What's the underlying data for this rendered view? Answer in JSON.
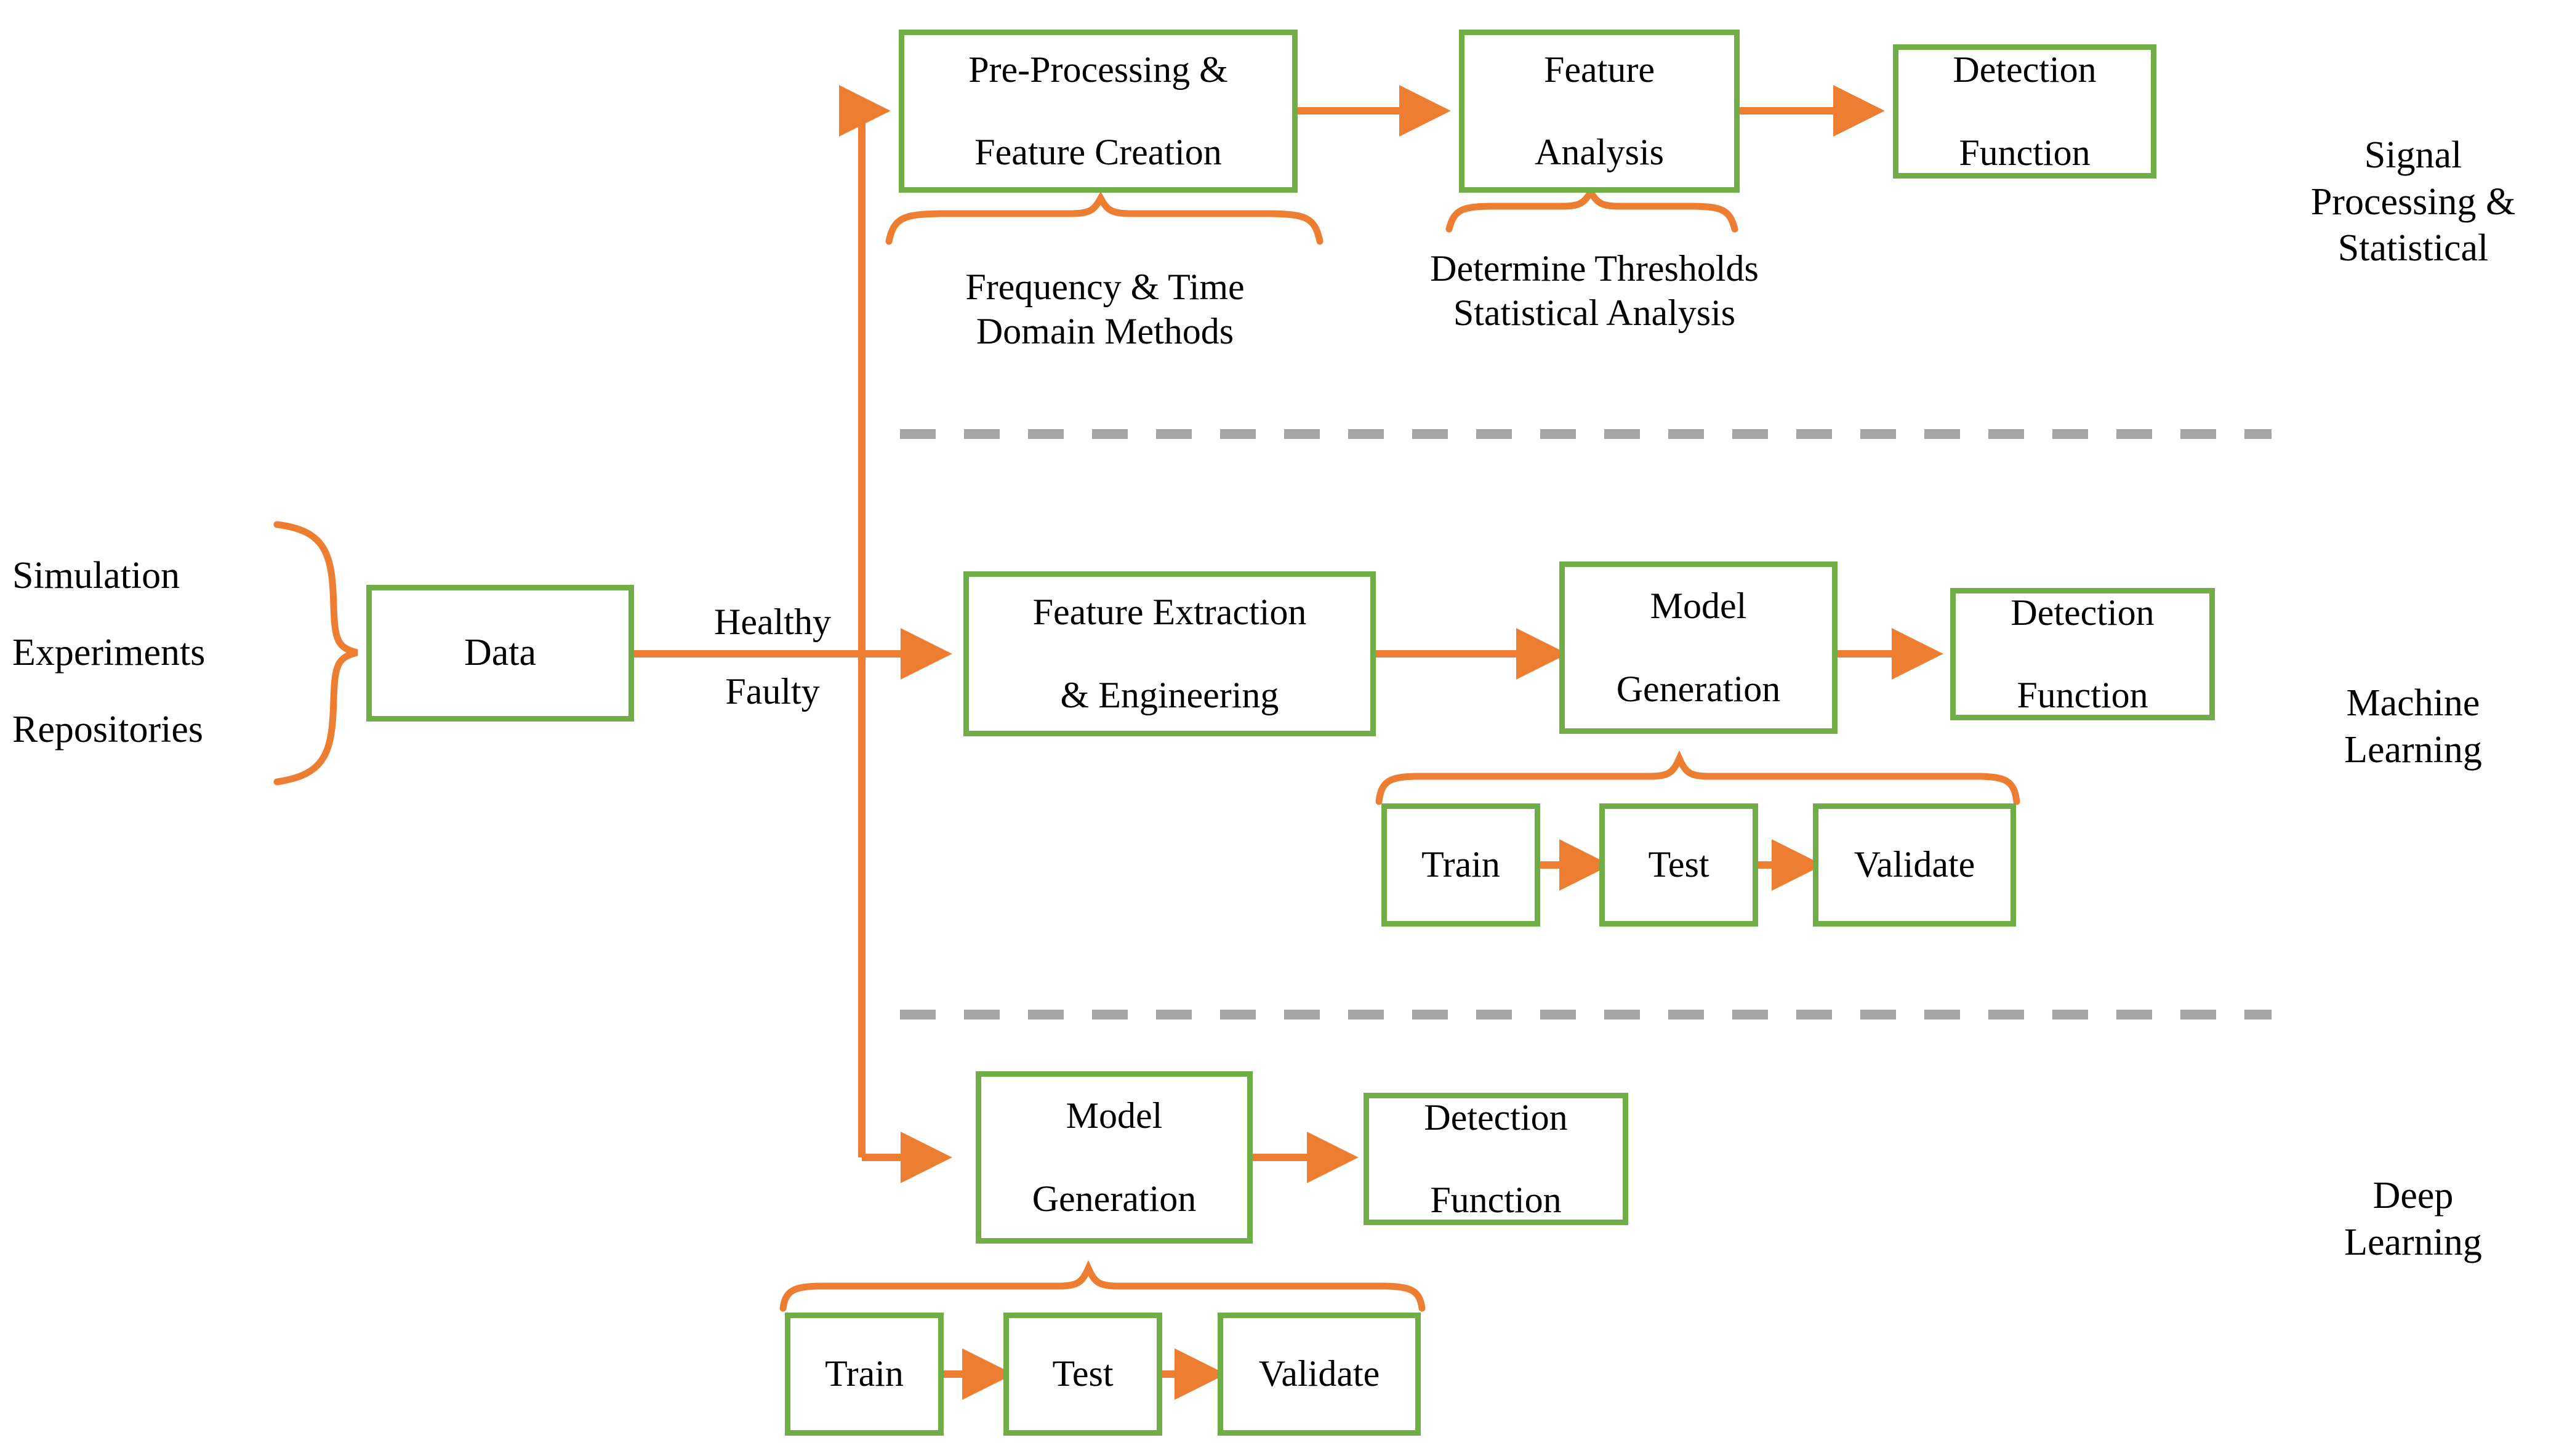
{
  "theme": {
    "box_border_color": "#70ad47",
    "arrow_color": "#ed7d31",
    "brace_color": "#ed7d31",
    "divider_color": "#a6a6a6",
    "text_color": "#000000",
    "background": "#ffffff"
  },
  "sources": {
    "items": [
      "Simulation",
      "Experiments",
      "Repositories"
    ],
    "brace": "left-curly-brace"
  },
  "data_node": {
    "label": "Data"
  },
  "split_label": {
    "line1": "Healthy",
    "line2": "Faulty"
  },
  "lanes": [
    {
      "id": "signal-processing",
      "title_line1": "Signal",
      "title_line2": "Processing &",
      "title_line3": "Statistical",
      "nodes": [
        {
          "id": "pre-processing",
          "line1": "Pre-Processing &",
          "line2": "Feature Creation"
        },
        {
          "id": "feature-analysis",
          "line1": "Feature",
          "line2": "Analysis"
        },
        {
          "id": "detection-function",
          "line1": "Detection",
          "line2": "Function"
        }
      ],
      "captions": [
        {
          "id": "frequency-time",
          "line1": "Frequency & Time",
          "line2": "Domain Methods"
        },
        {
          "id": "thresholds",
          "line1": "Determine Thresholds",
          "line2": "Statistical Analysis"
        }
      ]
    },
    {
      "id": "machine-learning",
      "title_line1": "Machine",
      "title_line2": "Learning",
      "title_line3": "",
      "nodes": [
        {
          "id": "feature-extraction",
          "line1": "Feature Extraction",
          "line2": "& Engineering"
        },
        {
          "id": "model-generation",
          "line1": "Model",
          "line2": "Generation"
        },
        {
          "id": "detection-function",
          "line1": "Detection",
          "line2": "Function"
        }
      ],
      "subflow": [
        "Train",
        "Test",
        "Validate"
      ]
    },
    {
      "id": "deep-learning",
      "title_line1": "Deep",
      "title_line2": "Learning",
      "title_line3": "",
      "nodes": [
        {
          "id": "model-generation",
          "line1": "Model",
          "line2": "Generation"
        },
        {
          "id": "detection-function",
          "line1": "Detection",
          "line2": "Function"
        }
      ],
      "subflow": [
        "Train",
        "Test",
        "Validate"
      ]
    }
  ]
}
